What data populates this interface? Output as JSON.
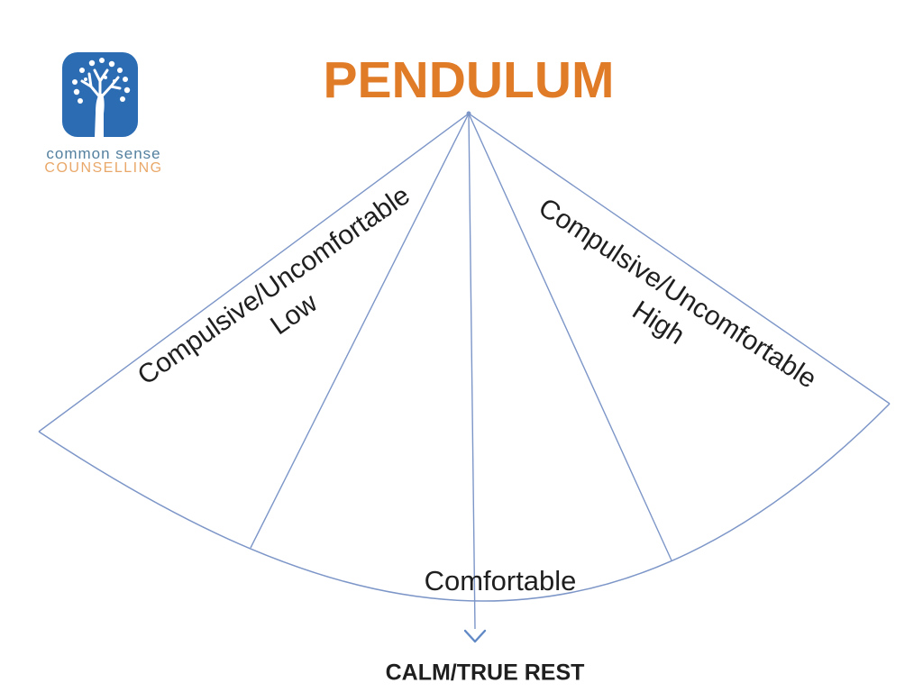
{
  "title": "PENDULUM",
  "logo": {
    "brand_line1": "common sense",
    "brand_line2": "COUNSELLING",
    "icon": "tree-of-hands-icon"
  },
  "diagram": {
    "label_left_line1": "Compulsive/Uncomfortable",
    "label_left_line2": "Low",
    "label_right_line1": "Compulsive/Uncomfortable",
    "label_right_line2": "High",
    "label_bottom": "Comfortable",
    "label_rest": "CALM/TRUE REST"
  },
  "colors": {
    "title": "#E07B28",
    "line": "#7D96C8",
    "arrow": "#6089C5",
    "logo_bg": "#2B6CB3",
    "brand_name": "#54809F",
    "brand_sub": "#E9A869",
    "text": "#1F1F1F"
  }
}
